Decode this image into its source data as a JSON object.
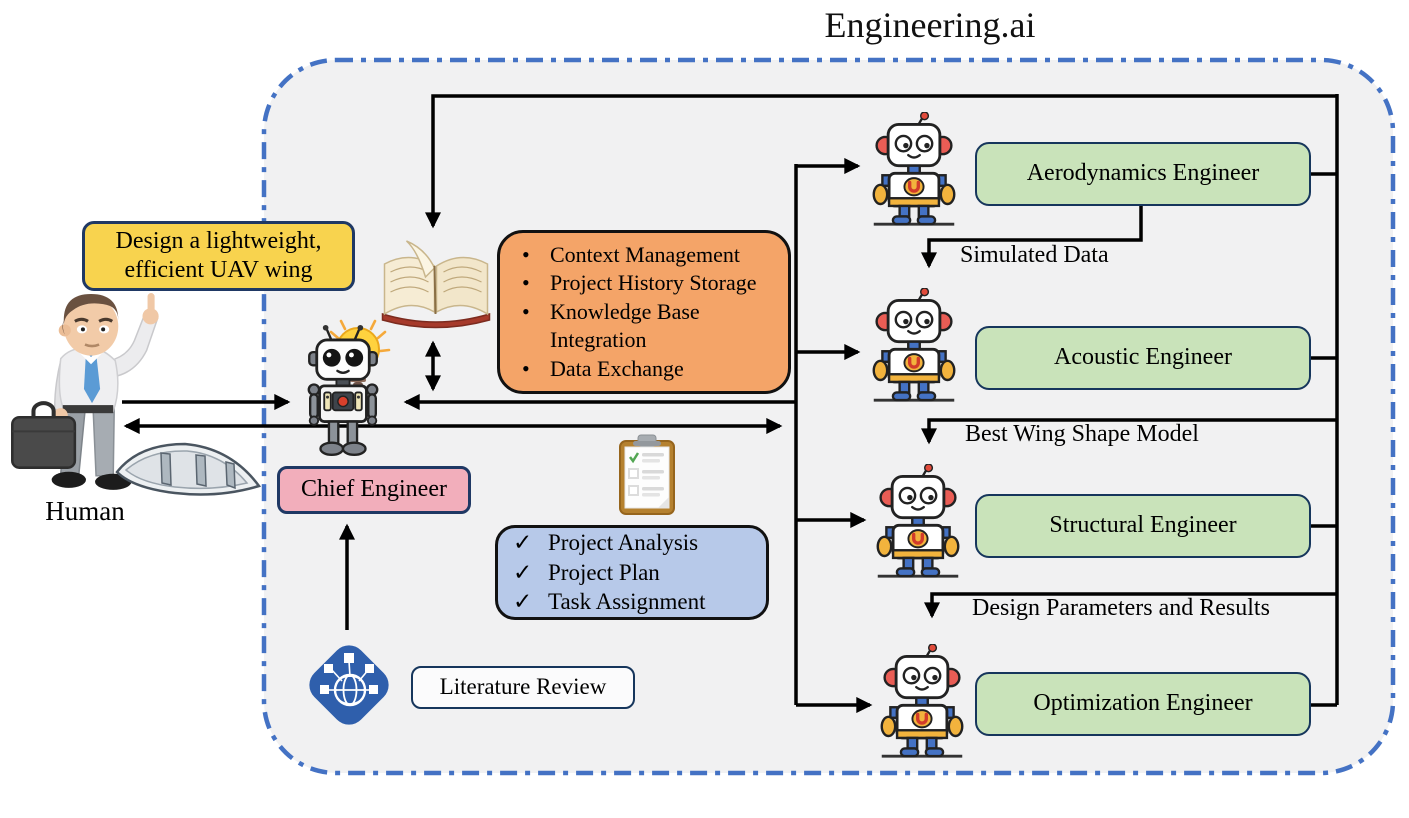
{
  "title": "Engineering.ai",
  "human": {
    "label": "Human",
    "request": "Design a lightweight, efficient UAV wing"
  },
  "chief": {
    "label": "Chief Engineer"
  },
  "memory_box": {
    "items": [
      "Context Management",
      "Project History Storage",
      "Knowledge Base Integration",
      "Data Exchange"
    ]
  },
  "plan_box": {
    "items": [
      "Project Analysis",
      "Project Plan",
      "Task Assignment"
    ]
  },
  "literature": {
    "label": "Literature Review"
  },
  "engineers": [
    {
      "label": "Aerodynamics Engineer"
    },
    {
      "label": "Acoustic Engineer"
    },
    {
      "label": "Structural Engineer"
    },
    {
      "label": "Optimization Engineer"
    }
  ],
  "flow_labels": {
    "aero_to_acoustic": "Simulated Data",
    "acoustic_to_structural": "Best Wing Shape Model",
    "structural_to_optimization": "Design Parameters and Results"
  },
  "glyphs": {
    "bullet": "•",
    "check": "✓"
  },
  "icons": {
    "human": "businessman-with-briefcase-icon",
    "idea": "lightbulb-icon",
    "wing": "airfoil-wing-icon",
    "chief": "chief-robot-icon",
    "memory": "open-book-icon",
    "plan": "clipboard-checklist-icon",
    "literature": "globe-network-icon",
    "engineer": "worker-robot-icon"
  },
  "colors": {
    "container_fill": "#F1F1F2",
    "container_border": "#4472C4",
    "request_fill": "#F8D34E",
    "chief_fill": "#F2AEBB",
    "memory_fill": "#F4A468",
    "plan_fill": "#B7C9E9",
    "engineer_fill": "#C9E3BA",
    "navy_border": "#1F3864",
    "line": "#000000",
    "literature_icon_blue": "#2F5FAC"
  }
}
